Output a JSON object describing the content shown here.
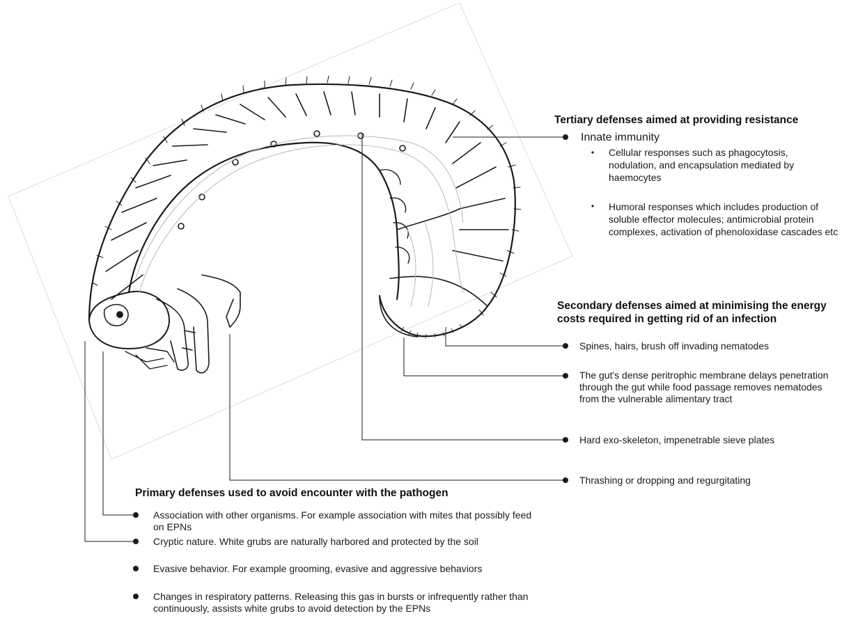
{
  "tertiary": {
    "title": "Tertiary defenses aimed at providing resistance",
    "item": "Innate immunity",
    "sub_items": [
      "Cellular responses such as phagocytosis, nodulation, and encapsulation mediated by haemocytes",
      "Humoral responses which includes production of soluble effector molecules; antimicrobial protein complexes,  activation of phenoloxidase cascades etc"
    ]
  },
  "secondary": {
    "title": "Secondary defenses aimed at minimising the energy costs required in getting rid of an infection",
    "items": [
      "Spines, hairs, brush off invading nematodes",
      "The gut's dense peritrophic membrane delays penetration through the gut while food passage removes nematodes from the vulnerable alimentary tract",
      "Hard exo-skeleton, impenetrable sieve plates",
      "Thrashing or dropping and regurgitating"
    ]
  },
  "primary": {
    "title": "Primary defenses used to avoid encounter with the pathogen",
    "items": [
      "Association with other organisms. For example association with mites that possibly feed on EPNs",
      "Cryptic nature. White grubs are naturally harbored and protected by the soil",
      "Evasive behavior. For example grooming, evasive and aggressive behaviors",
      "Changes in respiratory patterns. Releasing this gas in bursts or infrequently rather than continuously, assists white grubs to avoid detection by the EPNs"
    ]
  },
  "illustration": {
    "subject": "white grub larva",
    "icon": "grub-larva-icon"
  },
  "colors": {
    "line": "#1a1a1a",
    "faint": "#c9c9c9",
    "text": "#1a1a1a"
  }
}
